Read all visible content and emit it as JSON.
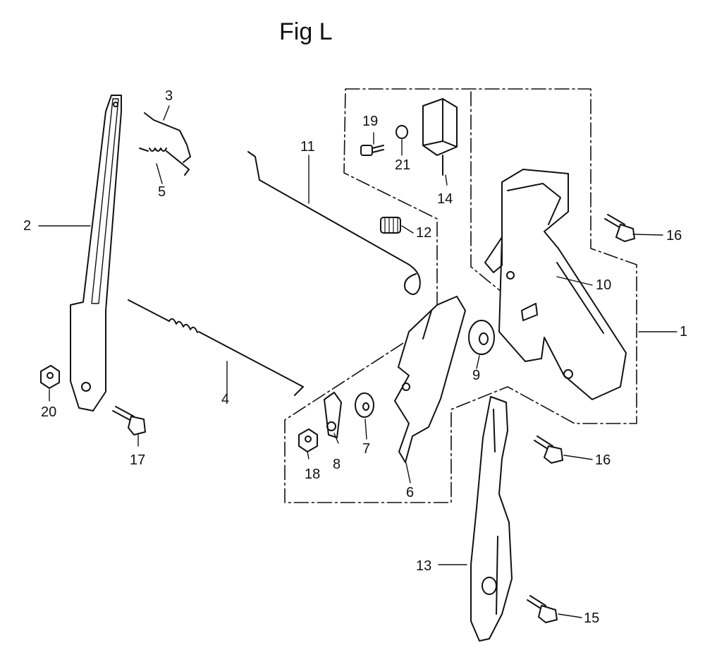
{
  "title": "Fig L",
  "callouts": [
    {
      "id": "c1",
      "text": "1"
    },
    {
      "id": "c2",
      "text": "2"
    },
    {
      "id": "c3",
      "text": "3"
    },
    {
      "id": "c4",
      "text": "4"
    },
    {
      "id": "c5",
      "text": "5"
    },
    {
      "id": "c6",
      "text": "6"
    },
    {
      "id": "c7",
      "text": "7"
    },
    {
      "id": "c8",
      "text": "8"
    },
    {
      "id": "c9",
      "text": "9"
    },
    {
      "id": "c10",
      "text": "10"
    },
    {
      "id": "c11",
      "text": "11"
    },
    {
      "id": "c12",
      "text": "12"
    },
    {
      "id": "c13",
      "text": "13"
    },
    {
      "id": "c14",
      "text": "14"
    },
    {
      "id": "c15",
      "text": "15"
    },
    {
      "id": "c16a",
      "text": "16"
    },
    {
      "id": "c16b",
      "text": "16"
    },
    {
      "id": "c17",
      "text": "17"
    },
    {
      "id": "c18",
      "text": "18"
    },
    {
      "id": "c19",
      "text": "19"
    },
    {
      "id": "c20",
      "text": "20"
    },
    {
      "id": "c21",
      "text": "21"
    }
  ]
}
